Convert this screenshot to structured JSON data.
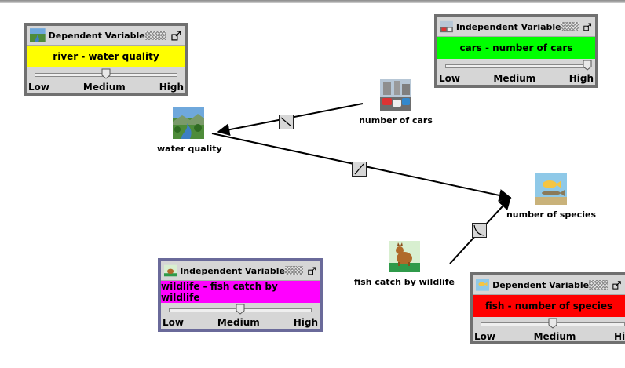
{
  "nodes": {
    "water_quality": {
      "label": "water quality"
    },
    "number_of_cars": {
      "label": "number of cars"
    },
    "number_of_species": {
      "label": "number of species"
    },
    "fish_catch": {
      "label": "fish catch by wildlife"
    }
  },
  "panels": {
    "river": {
      "title": "Dependent Variable",
      "variable": "river - water quality",
      "bar_color": "#ffff00",
      "level": 0.5,
      "low": "Low",
      "medium": "Medium",
      "high": "High"
    },
    "cars": {
      "title": "Independent Variable",
      "variable": "cars - number of cars",
      "bar_color": "#00ff00",
      "level": 1.0,
      "low": "Low",
      "medium": "Medium",
      "high": "High"
    },
    "wildlife": {
      "title": "Independent Variable",
      "variable": "wildlife - fish catch by wildlife",
      "bar_color": "#ff00ff",
      "level": 0.5,
      "low": "Low",
      "medium": "Medium",
      "high": "High"
    },
    "fish": {
      "title": "Dependent Variable",
      "variable": "fish - number of species",
      "bar_color": "#ff0000",
      "level": 0.5,
      "low": "Low",
      "medium": "Medium",
      "high": "High"
    }
  }
}
